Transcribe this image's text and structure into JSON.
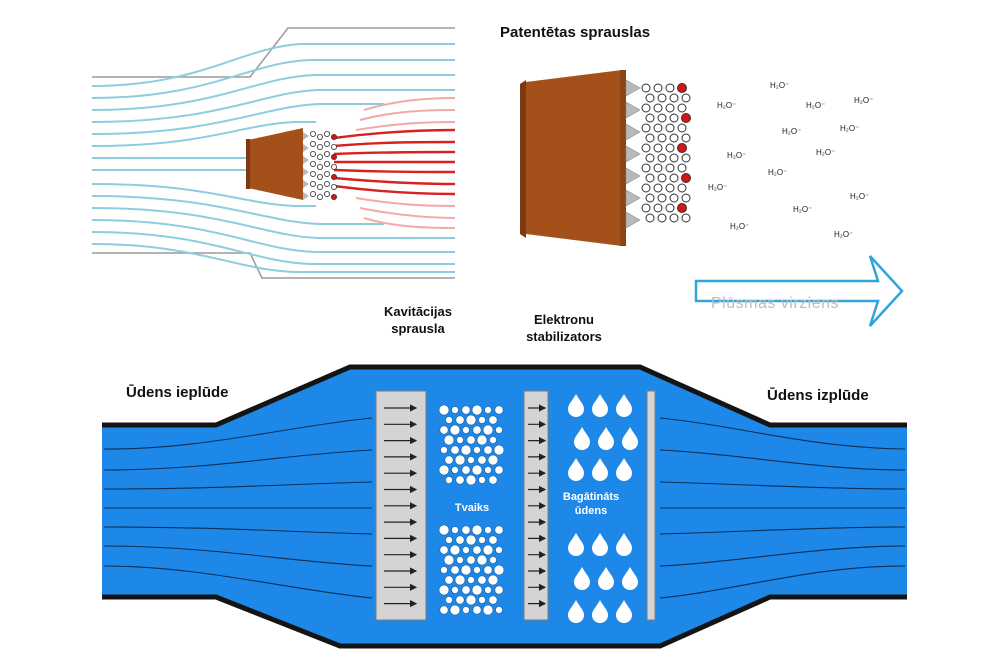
{
  "labels": {
    "top_title": "Patentētas sprauslas",
    "kavitacijas": "Kavitācijas sprausla",
    "elektronu": "Elektronu stabilizators",
    "inlet": "Ūdens ieplūde",
    "outlet": "Ūdens izplūde",
    "flow_direction": "Plūsmas virziens",
    "steam": "Tvaiks",
    "enriched_water": "Bagātināts ūdens",
    "molecule": "H₂O⁻"
  },
  "colors": {
    "nozzle_brown": "#a4501a",
    "streamline_blue": "#8ecde0",
    "streamline_red": "#d9211e",
    "streamline_pink": "#f2aaa6",
    "droplet_red": "#d81414",
    "pipe_blue": "#1e88e8",
    "pipe_dark_blue": "#0e5fb0",
    "panel_grey": "#d4d4d4",
    "arrow_outline": "#2fa5dc"
  }
}
